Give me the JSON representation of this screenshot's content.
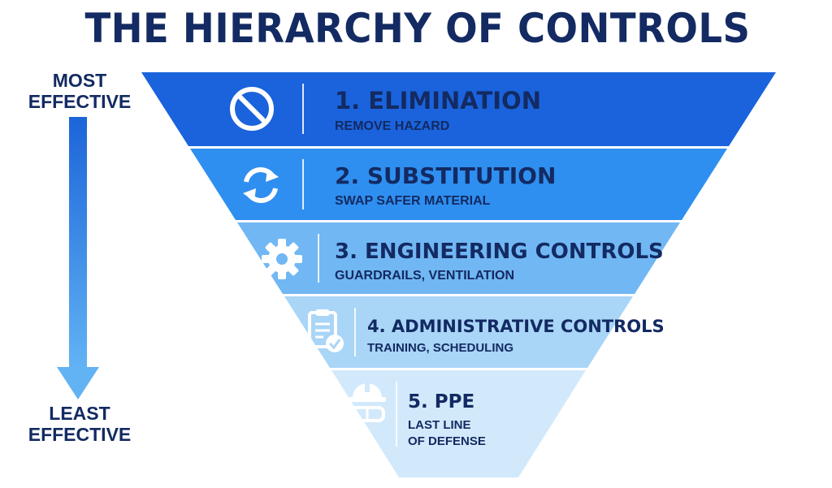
{
  "title": "THE HIERARCHY OF CONTROLS",
  "scale": {
    "top": [
      "MOST",
      "EFFECTIVE"
    ],
    "bottom": [
      "LEAST",
      "EFFECTIVE"
    ]
  },
  "levels": [
    {
      "name": "1. ELIMINATION",
      "sub": [
        "REMOVE HAZARD"
      ],
      "icon": "prohibited-icon",
      "color": "#1a63dc"
    },
    {
      "name": "2. SUBSTITUTION",
      "sub": [
        "SWAP SAFER MATERIAL"
      ],
      "icon": "swap-arrows-icon",
      "color": "#2f8ff0"
    },
    {
      "name": "3. ENGINEERING CONTROLS",
      "sub": [
        "GUARDRAILS, VENTILATION"
      ],
      "icon": "gear-icon",
      "color": "#71b7f3"
    },
    {
      "name": "4. ADMINISTRATIVE CONTROLS",
      "sub": [
        "TRAINING, SCHEDULING"
      ],
      "icon": "clipboard-check-icon",
      "color": "#a9d5f7"
    },
    {
      "name": "5. PPE",
      "sub": [
        "LAST LINE",
        "OF DEFENSE"
      ],
      "icon": "hardhat-goggles-icon",
      "color": "#d2e9fb"
    }
  ]
}
